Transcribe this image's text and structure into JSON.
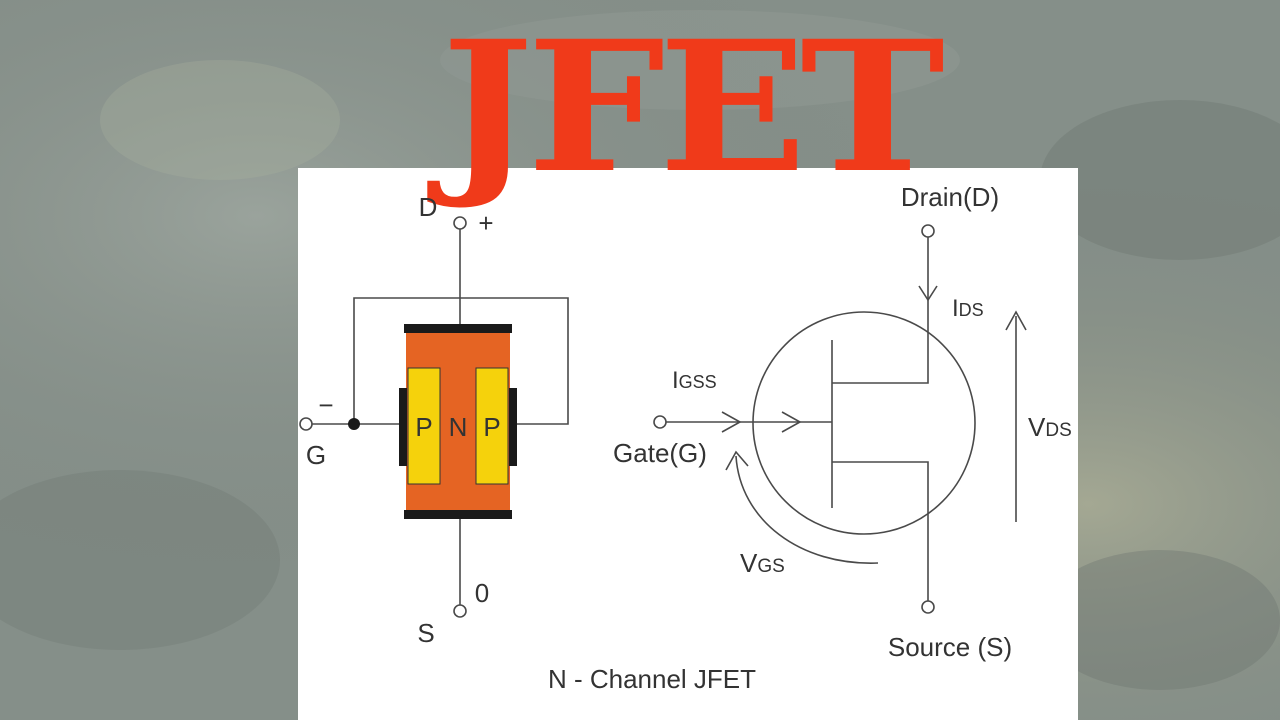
{
  "title": "JFET",
  "colors": {
    "title": "#f03a1a",
    "n_channel": "#e56423",
    "p_region": "#f5d20c",
    "contact": "#1a1a1a",
    "line": "#4a4a4a",
    "text": "#333333",
    "background": "#86908a"
  },
  "structure": {
    "drain_label": "D",
    "drain_polarity": "+",
    "gate_label": "G",
    "gate_polarity": "−",
    "source_label": "S",
    "source_polarity": "0",
    "p_left": "P",
    "n_center": "N",
    "p_right": "P"
  },
  "symbol": {
    "drain": "Drain(D)",
    "gate": "Gate(G)",
    "source": "Source (S)",
    "ids_main": "I",
    "ids_sub": "DS",
    "igss_main": "I",
    "igss_sub": "GSS",
    "vds_main": "V",
    "vds_sub": "DS",
    "vgs_main": "V",
    "vgs_sub": "GS"
  },
  "caption": "N - Channel JFET"
}
